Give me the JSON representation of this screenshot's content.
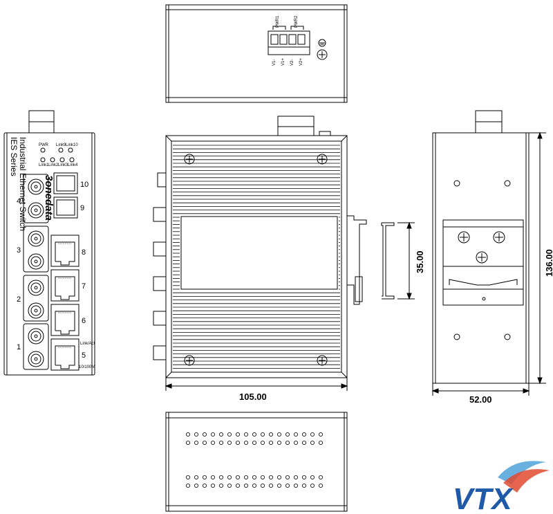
{
  "top_view": {
    "pwr1": "PWR1",
    "pwr2": "PWR2",
    "terminals": [
      "V1-",
      "V1+",
      "V2-",
      "V2+"
    ]
  },
  "front_panel": {
    "series": "IES Series",
    "product": "Industrial Ethernet Switch",
    "brand": "3onedata",
    "leds": {
      "pwr": "PWR",
      "link9": "Link9",
      "link10": "Link10",
      "link1": "Link1",
      "link2": "Link2",
      "link3": "Link3",
      "link4": "Link4"
    },
    "fiber_ports": [
      "4",
      "3",
      "2",
      "1"
    ],
    "sfp_ports": [
      "10",
      "9"
    ],
    "rj45_ports": [
      "8",
      "7",
      "6",
      "5"
    ],
    "link_act": "Link/Act",
    "speed": "10/100M"
  },
  "dimensions": {
    "width": "105.00",
    "rail": "35.00",
    "height": "136.00",
    "depth": "52.00"
  },
  "watermark": {
    "text": "VTX"
  },
  "colors": {
    "line": "#000000",
    "watermark_blue": "#1f5aa8",
    "watermark_light": "#5aa7dc"
  }
}
